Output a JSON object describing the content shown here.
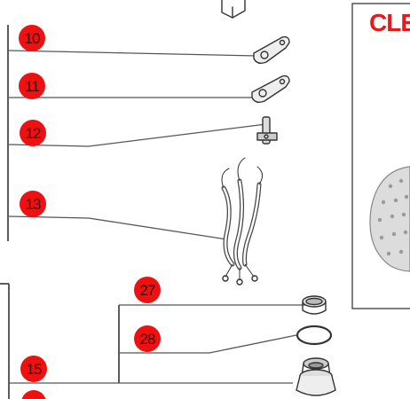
{
  "callouts": [
    {
      "id": "10",
      "part": "bracket-plate"
    },
    {
      "id": "11",
      "part": "bracket-plate"
    },
    {
      "id": "12",
      "part": "terminal-clip"
    },
    {
      "id": "13",
      "part": "wire-harness"
    },
    {
      "id": "27",
      "part": "cap"
    },
    {
      "id": "28",
      "part": "o-ring"
    },
    {
      "id": "15",
      "part": "valve-fitting"
    }
  ],
  "inset": {
    "title_fragment": "CLE"
  },
  "colors": {
    "callout_fill": "#ee1111",
    "inset_title": "#e21b1b",
    "line": "#444444"
  }
}
